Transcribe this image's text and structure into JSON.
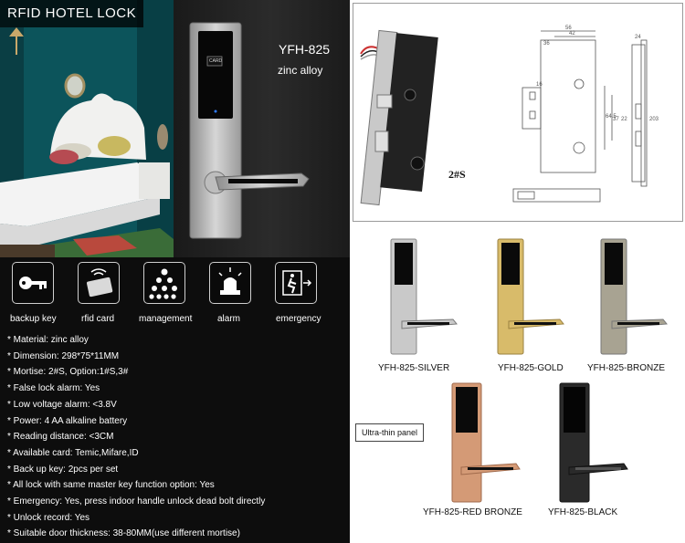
{
  "header": {
    "title": "RFID HOTEL LOCK"
  },
  "product": {
    "model": "YFH-825",
    "material": "zinc alloy",
    "card_text": "CARD"
  },
  "features": [
    {
      "label": "backup key",
      "icon": "key-icon"
    },
    {
      "label": "rfid card",
      "icon": "rfid-card-icon"
    },
    {
      "label": "management",
      "icon": "hierarchy-icon"
    },
    {
      "label": "alarm",
      "icon": "siren-icon"
    },
    {
      "label": "emergency",
      "icon": "emergency-exit-icon"
    }
  ],
  "specs": [
    "* Material: zinc alloy",
    "* Dimension: 298*75*11MM",
    "* Mortise: 2#S, Option:1#S,3#",
    "* False lock alarm: Yes",
    "* Low voltage alarm: <3.8V",
    "* Power: 4 AA alkaline battery",
    "* Reading distance: <3CM",
    "* Available card: Temic,Mifare,ID",
    "* Back up key: 2pcs  per set",
    "* All lock with same master key function option: Yes",
    "* Emergency: Yes, press indoor handle unlock dead bolt directly",
    "* Unlock record: Yes",
    "* Suitable door thickness: 38-80MM(use different mortise)"
  ],
  "diagram": {
    "mortise_label": "2#S",
    "dimensions": [
      "56",
      "42",
      "36",
      "16",
      "64.5",
      "37",
      "22",
      "203",
      "24"
    ]
  },
  "variants": [
    {
      "label": "YFH-825-SILVER",
      "color": "#c9c9c9"
    },
    {
      "label": "YFH-825-GOLD",
      "color": "#d8bb6a"
    },
    {
      "label": "YFH-825-BRONZE",
      "color": "#a8a392"
    },
    {
      "label": "YFH-825-RED BRONZE",
      "color": "#d49a76"
    },
    {
      "label": "YFH-825-BLACK",
      "color": "#2a2a2a"
    }
  ],
  "ultra_thin": "Ultra-thin panel"
}
